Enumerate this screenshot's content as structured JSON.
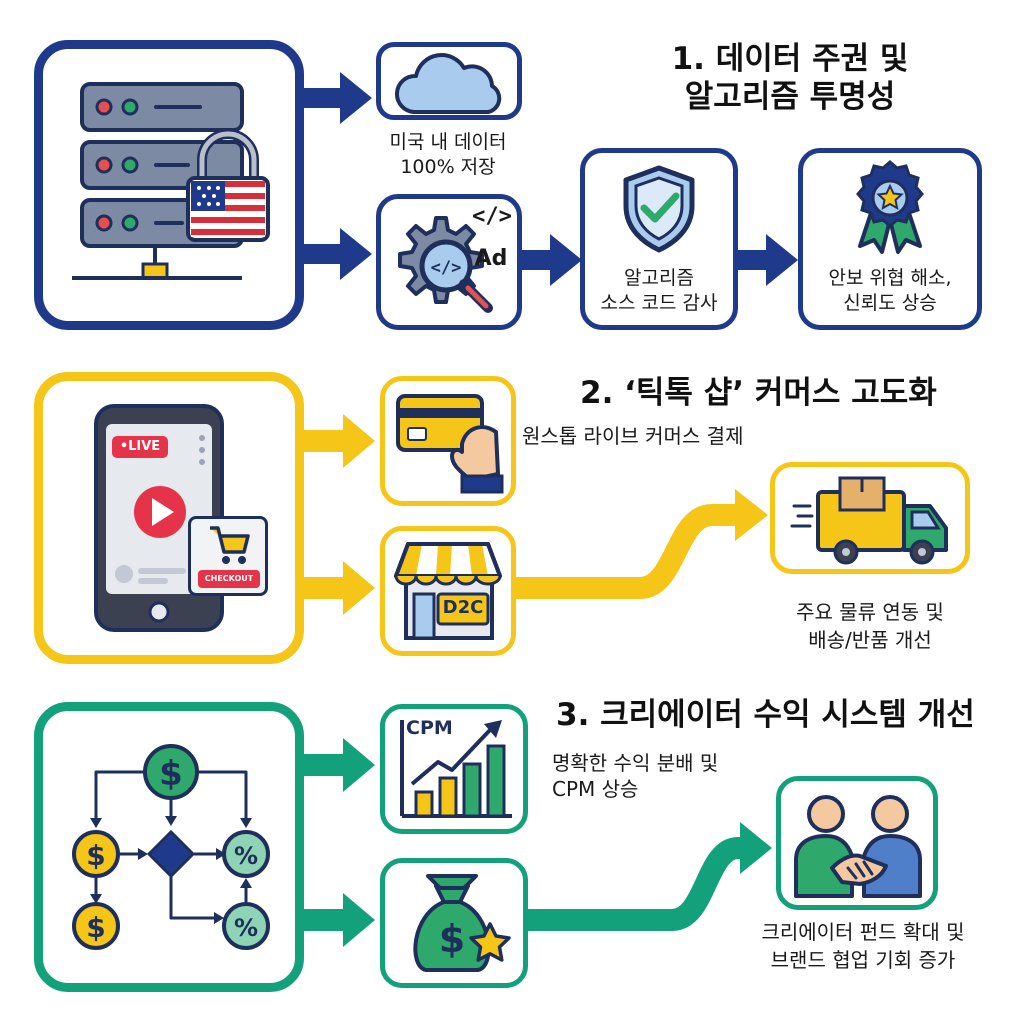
{
  "section1": {
    "title_line1": "1. 데이터 주권 및",
    "title_line2": "알고리즘 투명성",
    "caption_storage_line1": "미국 내 데이터",
    "caption_storage_line2": "100% 저장",
    "caption_audit_line1": "알고리즘",
    "caption_audit_line2": "소스 코드 감사",
    "caption_trust_line1": "안보 위협 해소,",
    "caption_trust_line2": "신뢰도 상승",
    "code_label": "</>",
    "ad_label": "Ad"
  },
  "section2": {
    "title": "2. ‘틱톡 샵’ 커머스 고도화",
    "caption_payment": "원스톱 라이브 커머스 결제",
    "caption_logistics_line1": "주요 물류 연동 및",
    "caption_logistics_line2": "배송/반품 개선",
    "live_label": "•LIVE",
    "checkout_label": "CHECKOUT",
    "store_label": "D2C"
  },
  "section3": {
    "title": "3. 크리에이터 수익 시스템 개선",
    "caption_cpm_line1": "명확한 수익 분배 및",
    "caption_cpm_line2": "CPM 상승",
    "caption_fund_line1": "크리에이터 펀드 확대 및",
    "caption_fund_line2": "브랜드 협업 기회 증가",
    "cpm_label": "CPM"
  },
  "colors": {
    "navy": "#1f3a8a",
    "yellow": "#f5c518",
    "green": "#12a17a"
  }
}
